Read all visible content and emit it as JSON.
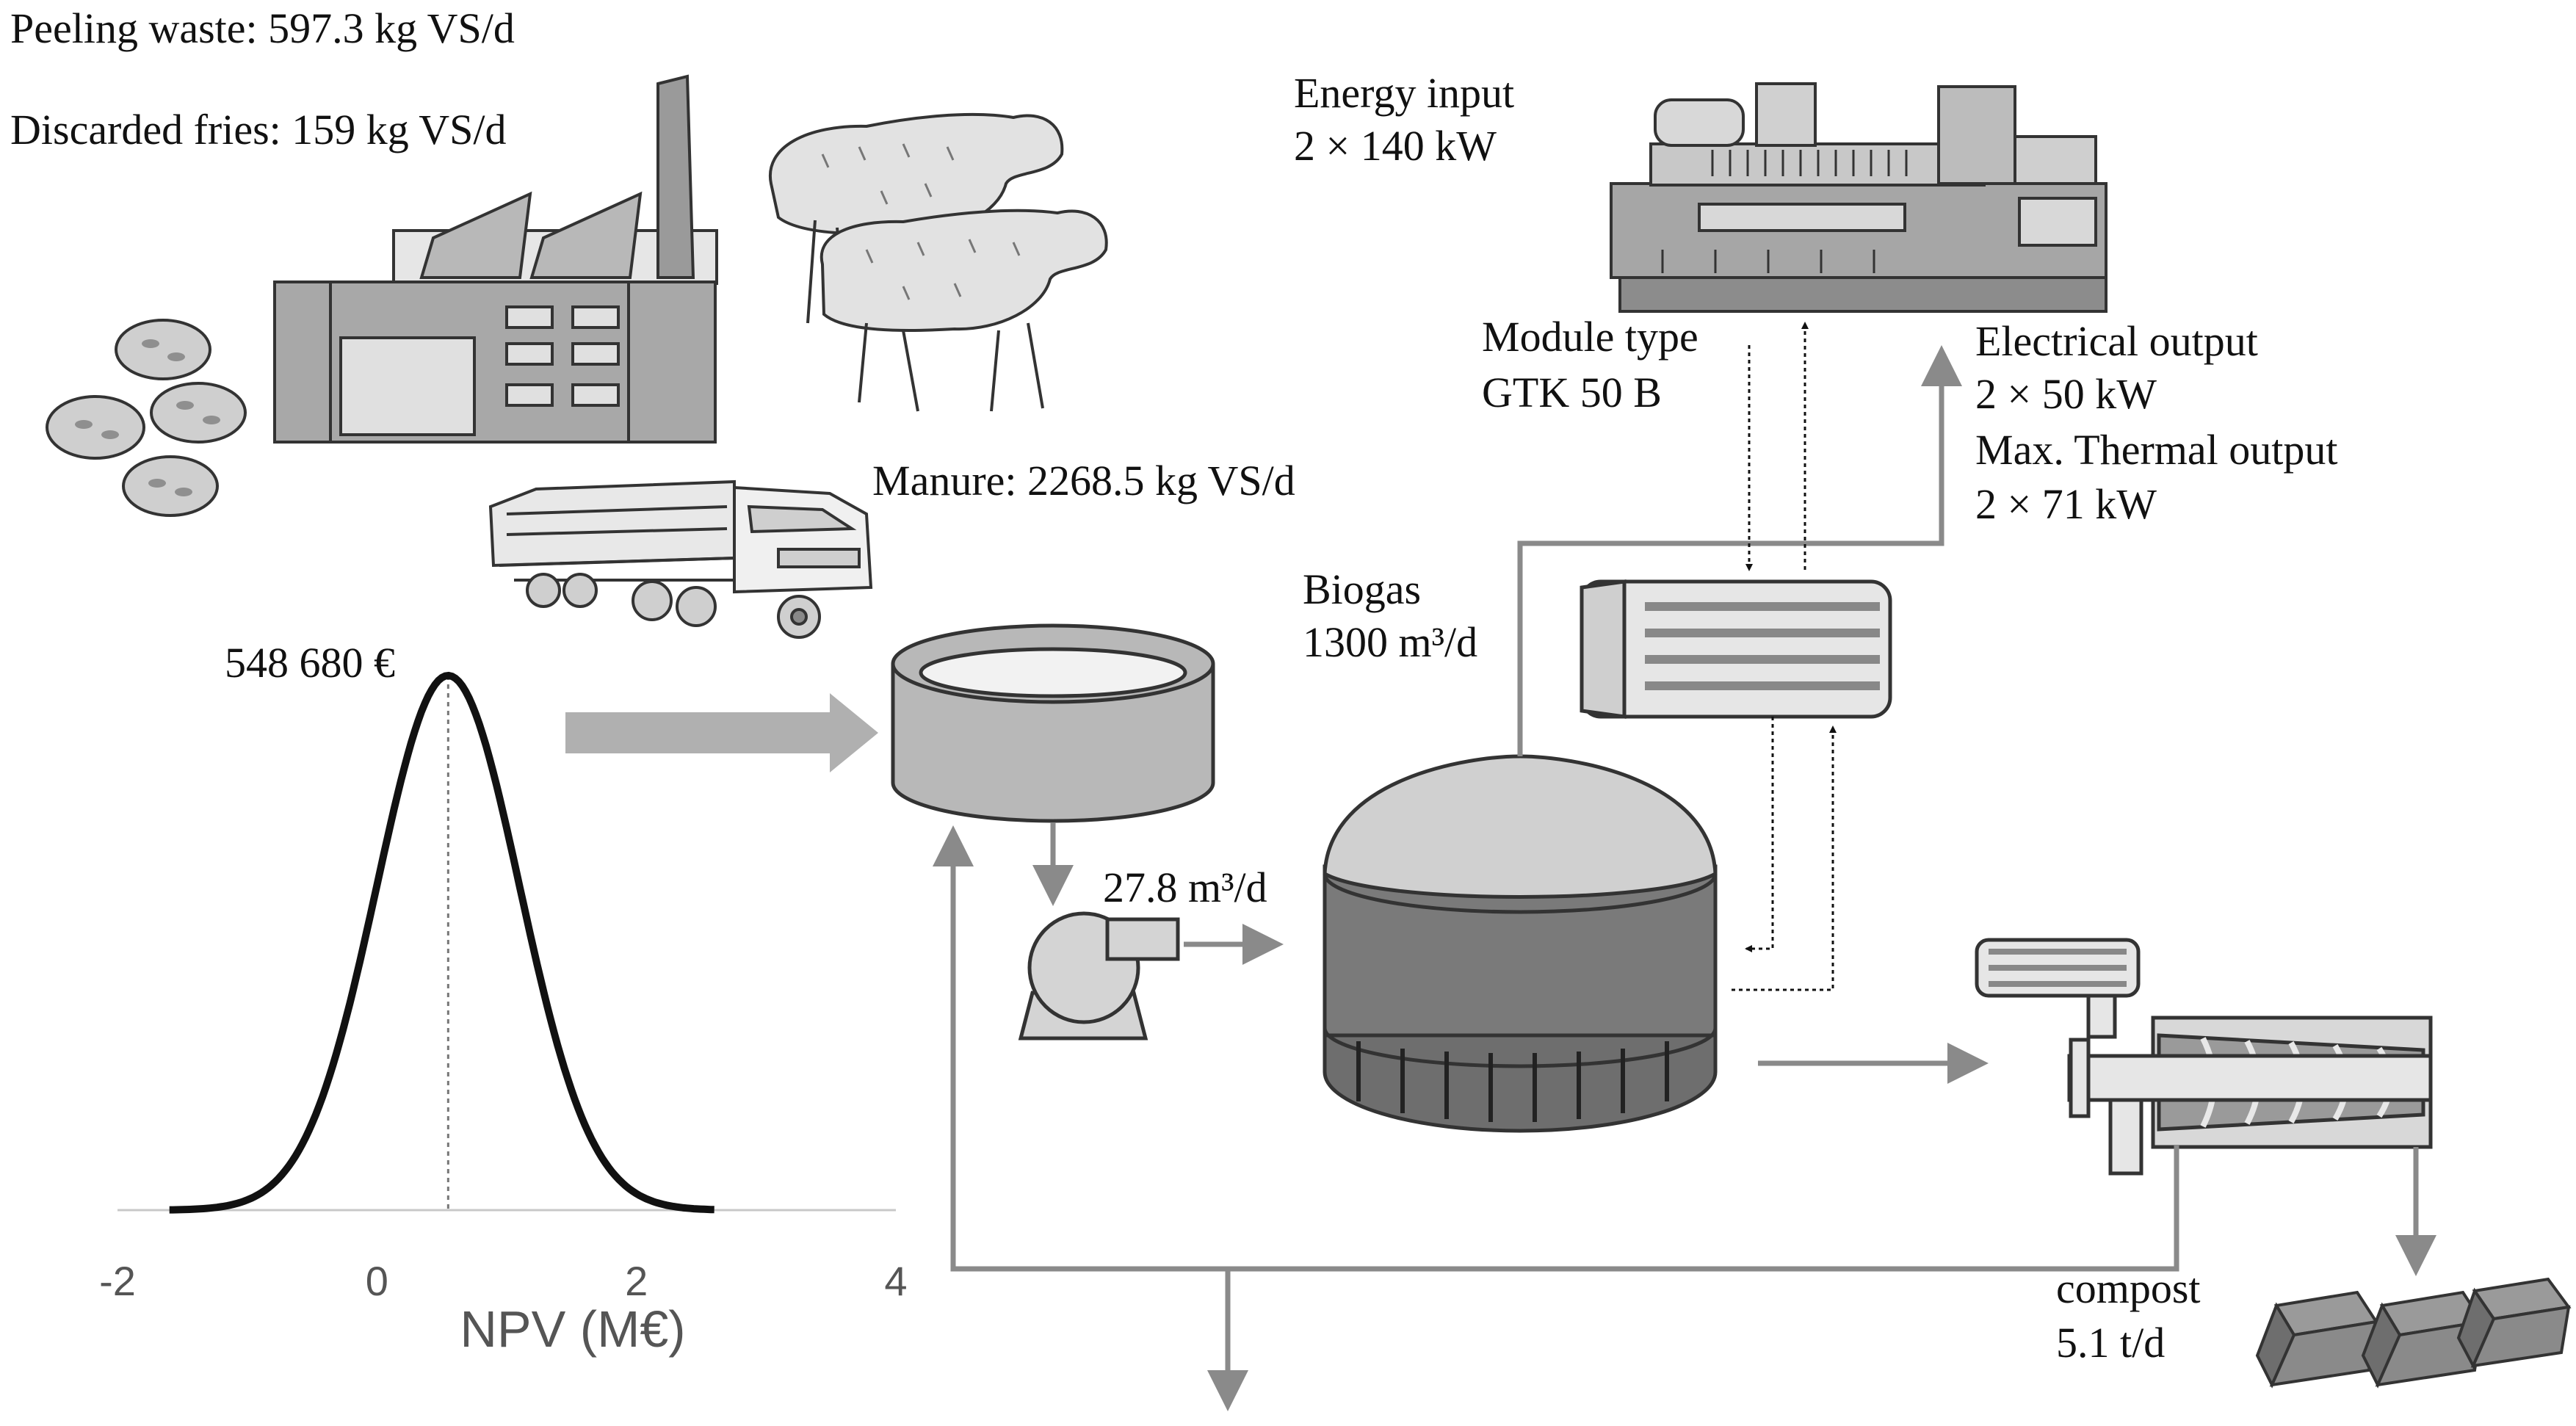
{
  "labels": {
    "peeling_waste": "Peeling waste: 597.3 kg VS/d",
    "discarded_fries": "Discarded fries: 159 kg VS/d",
    "manure": "Manure: 2268.5 kg VS/d",
    "energy_input_1": "Energy input",
    "energy_input_2": "2 × 140 kW",
    "module_type_1": "Module type",
    "module_type_2": "GTK 50 B",
    "electrical_1": "Electrical output",
    "electrical_2": "2 × 50 kW",
    "thermal_1": "Max. Thermal output",
    "thermal_2": "2 × 71 kW",
    "biogas_1": "Biogas",
    "biogas_2": "1300 m³/d",
    "flow": "27.8 m³/d",
    "compost_1": "compost",
    "compost_2": "5.1 t/d",
    "npv_peak": "548 680 €"
  },
  "chart_data": {
    "type": "line",
    "xlabel": "NPV (M€)",
    "ylabel": "",
    "xticks": [
      -2,
      0,
      2,
      4
    ],
    "xlim": [
      -2,
      4
    ],
    "series": [
      {
        "name": "",
        "distribution": "normal",
        "mean": 0.549,
        "sd": 0.55,
        "x_range": [
          -1.6,
          2.6
        ]
      }
    ],
    "annotations": [
      {
        "x": 0.549,
        "text": "548 680 €",
        "line": "dashed-vertical"
      }
    ]
  },
  "colors": {
    "line_dark": "#111111",
    "arrow_gray": "#8a8a8a",
    "fill_light": "#d6d6d6",
    "fill_mid": "#a8a8a8",
    "fill_dark": "#6e6e6e"
  }
}
